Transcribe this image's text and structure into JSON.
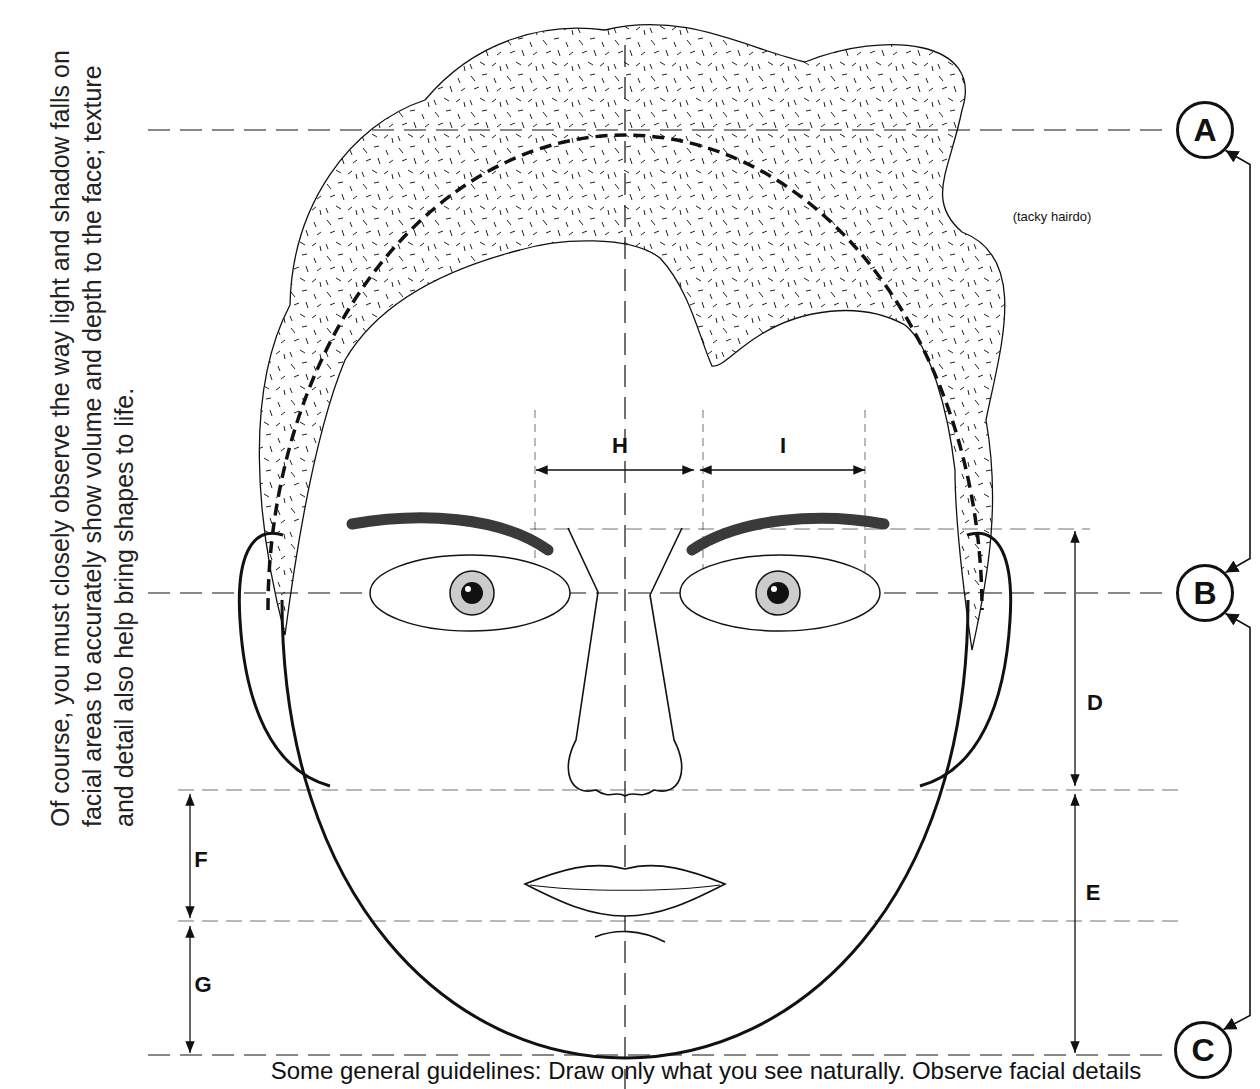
{
  "diagram": {
    "nodes": [
      {
        "text": [
          "A"
        ]
      },
      {
        "text": [
          "B"
        ]
      },
      {
        "text": [
          "C"
        ]
      }
    ],
    "edges": [
      {
        "from": 0,
        "to": 1,
        "arrow": "both"
      },
      {
        "from": 1,
        "to": 2,
        "arrow": "both"
      }
    ],
    "labels": [
      "(tacky hairdo)",
      "H",
      "I",
      "D",
      "E",
      "F",
      "G",
      "Of course, you must closely observe the way light and shadow falls on facial areas to accurately show volume and depth to the face; texture and detail also help bring shapes to life.",
      "Some general guidelines: Draw only what you see naturally. Observe facial details"
    ]
  }
}
